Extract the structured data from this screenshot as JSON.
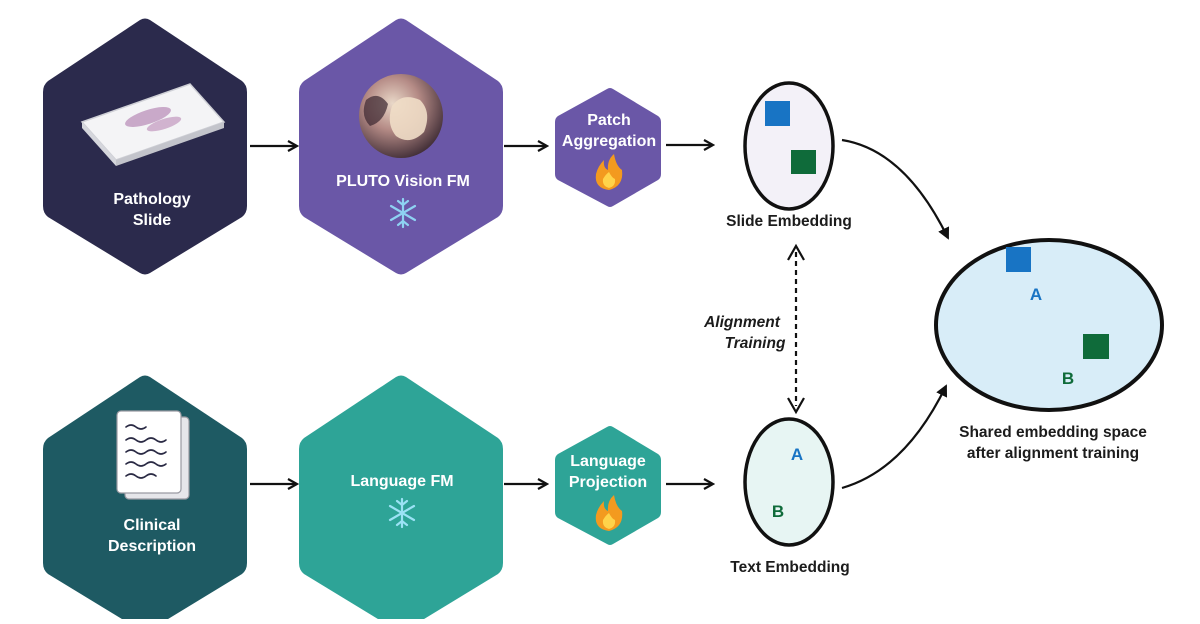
{
  "nodes": {
    "pathology_slide": {
      "line1": "Pathology",
      "line2": "Slide"
    },
    "pluto": {
      "label": "PLUTO Vision FM"
    },
    "patch_aggregation": {
      "line1": "Patch",
      "line2": "Aggregation"
    },
    "clinical_description": {
      "line1": "Clinical",
      "line2": "Description"
    },
    "language_fm": {
      "label": "Language FM"
    },
    "language_projection": {
      "line1": "Language",
      "line2": "Projection"
    }
  },
  "embeddings": {
    "slide": {
      "label": "Slide Embedding"
    },
    "text": {
      "label": "Text Embedding",
      "a": "A",
      "b": "B"
    },
    "shared": {
      "line1": "Shared embedding space",
      "line2": "after alignment training",
      "a": "A",
      "b": "B"
    }
  },
  "alignment": {
    "line1": "Alignment",
    "line2": "Training"
  },
  "colors": {
    "slide_node": "#2b2a4c",
    "vision_purple": "#6a57a7",
    "clinical_teal": "#1e5a63",
    "language_teal": "#2ea497",
    "blue_marker": "#1874c4",
    "green_marker": "#0f6b3a",
    "shared_fill": "#d8edf8",
    "slide_fill": "#f3f1f8",
    "text_fill": "#e7f5f3"
  }
}
